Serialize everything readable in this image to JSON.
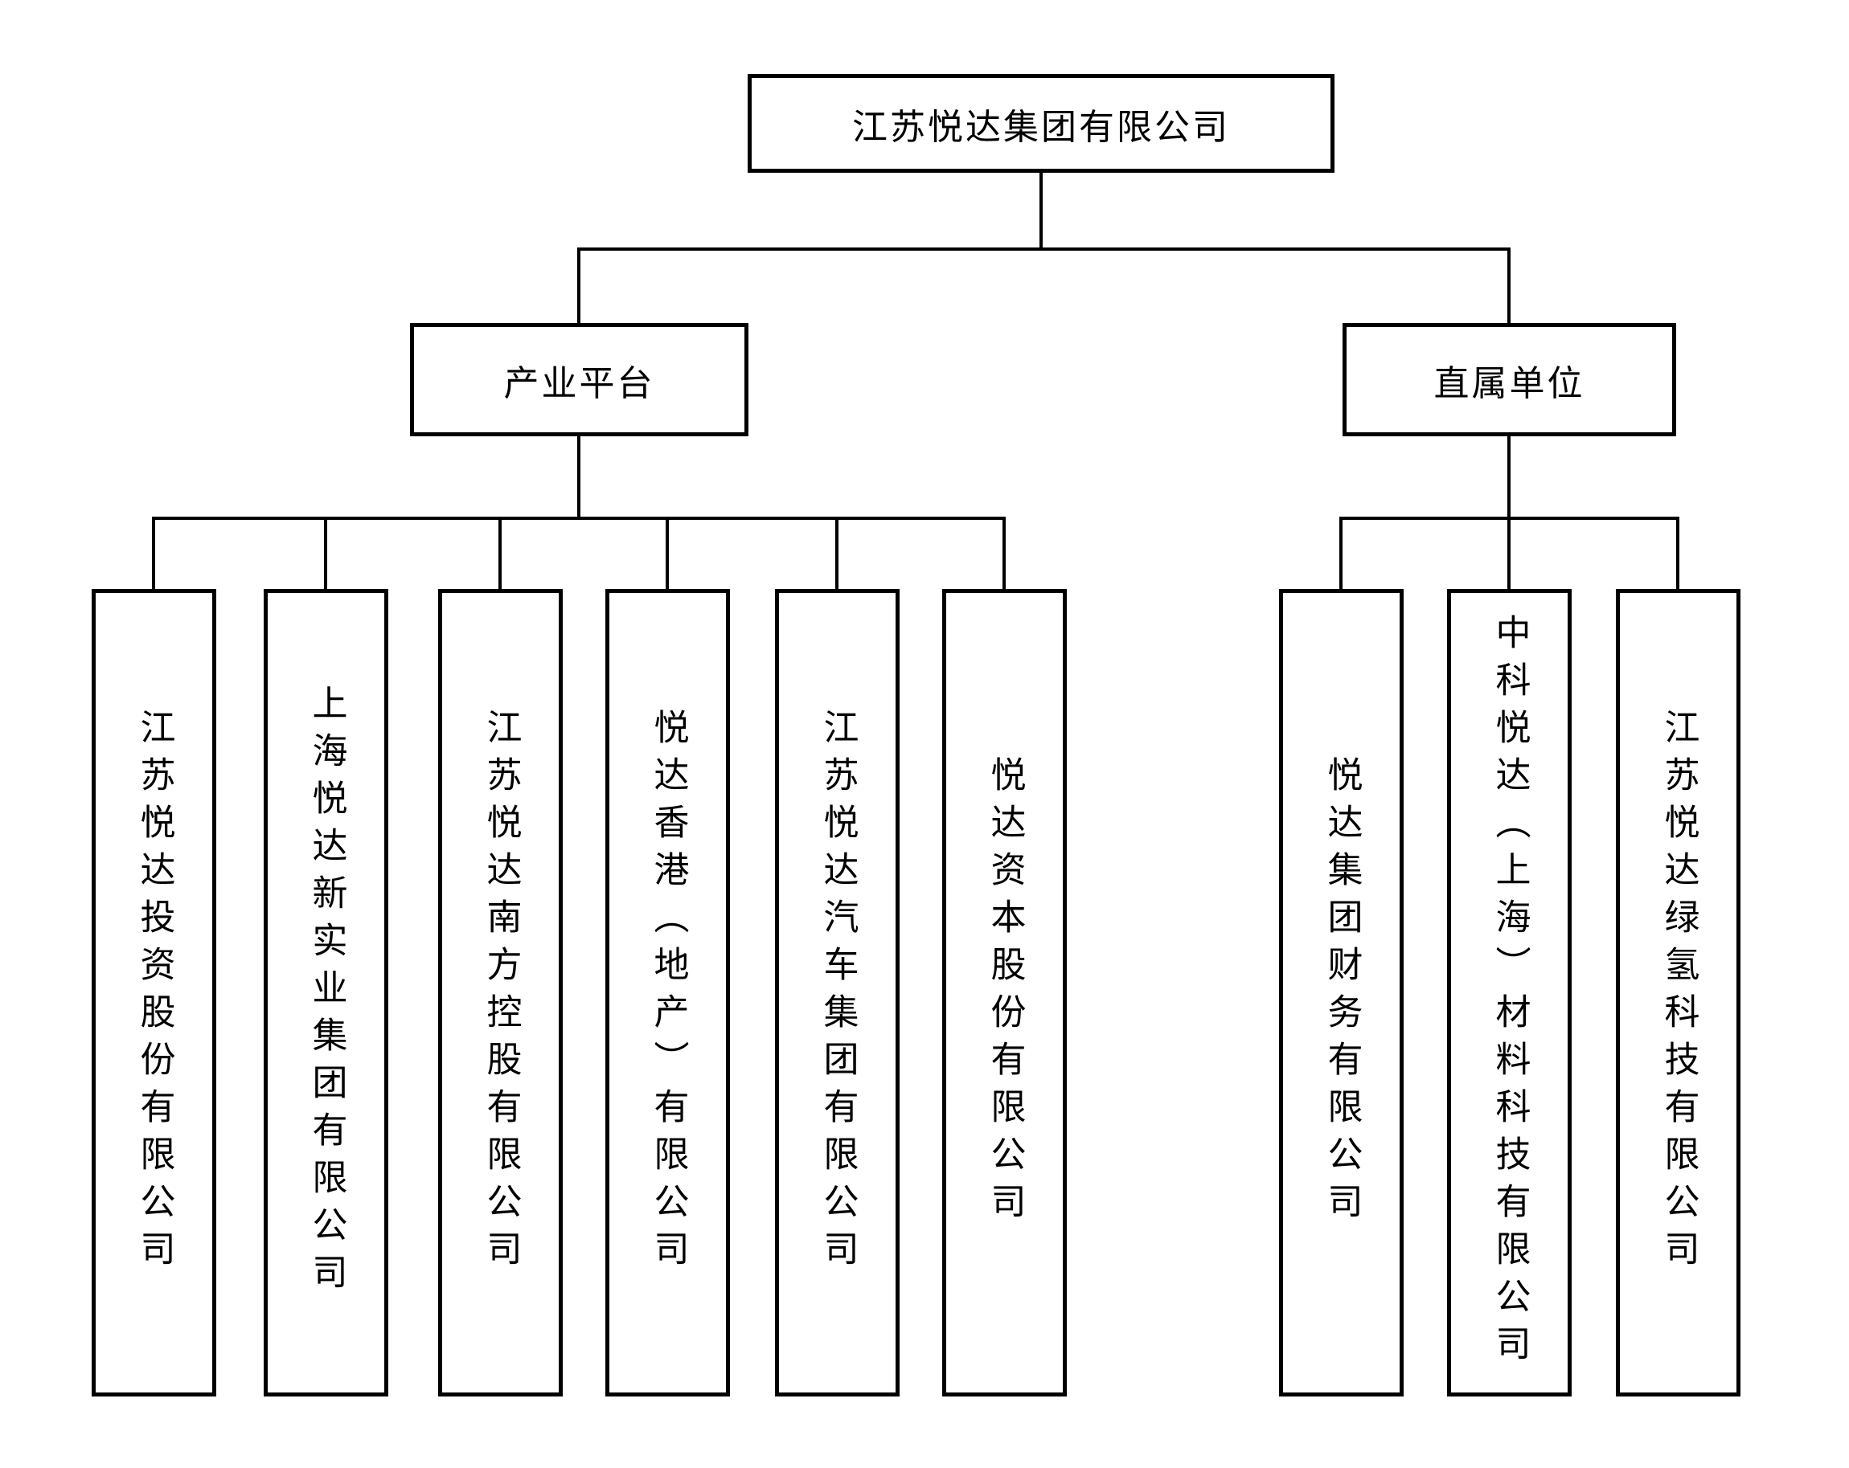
{
  "colors": {
    "line": "#000000",
    "text": "#000000",
    "background": "#ffffff"
  },
  "org_chart": {
    "root": {
      "label": "江苏悦达集团有限公司"
    },
    "branches": [
      {
        "label": "产业平台",
        "children": [
          {
            "label": "江苏悦达投资股份有限公司"
          },
          {
            "label": "上海悦达新实业集团有限公司"
          },
          {
            "label": "江苏悦达南方控股有限公司"
          },
          {
            "label": "悦达香港（地产）有限公司"
          },
          {
            "label": "江苏悦达汽车集团有限公司"
          },
          {
            "label": "悦达资本股份有限公司"
          }
        ]
      },
      {
        "label": "直属单位",
        "children": [
          {
            "label": "悦达集团财务有限公司"
          },
          {
            "label": "中科悦达（上海）材料科技有限公司"
          },
          {
            "label": "江苏悦达绿氢科技有限公司"
          }
        ]
      }
    ]
  }
}
